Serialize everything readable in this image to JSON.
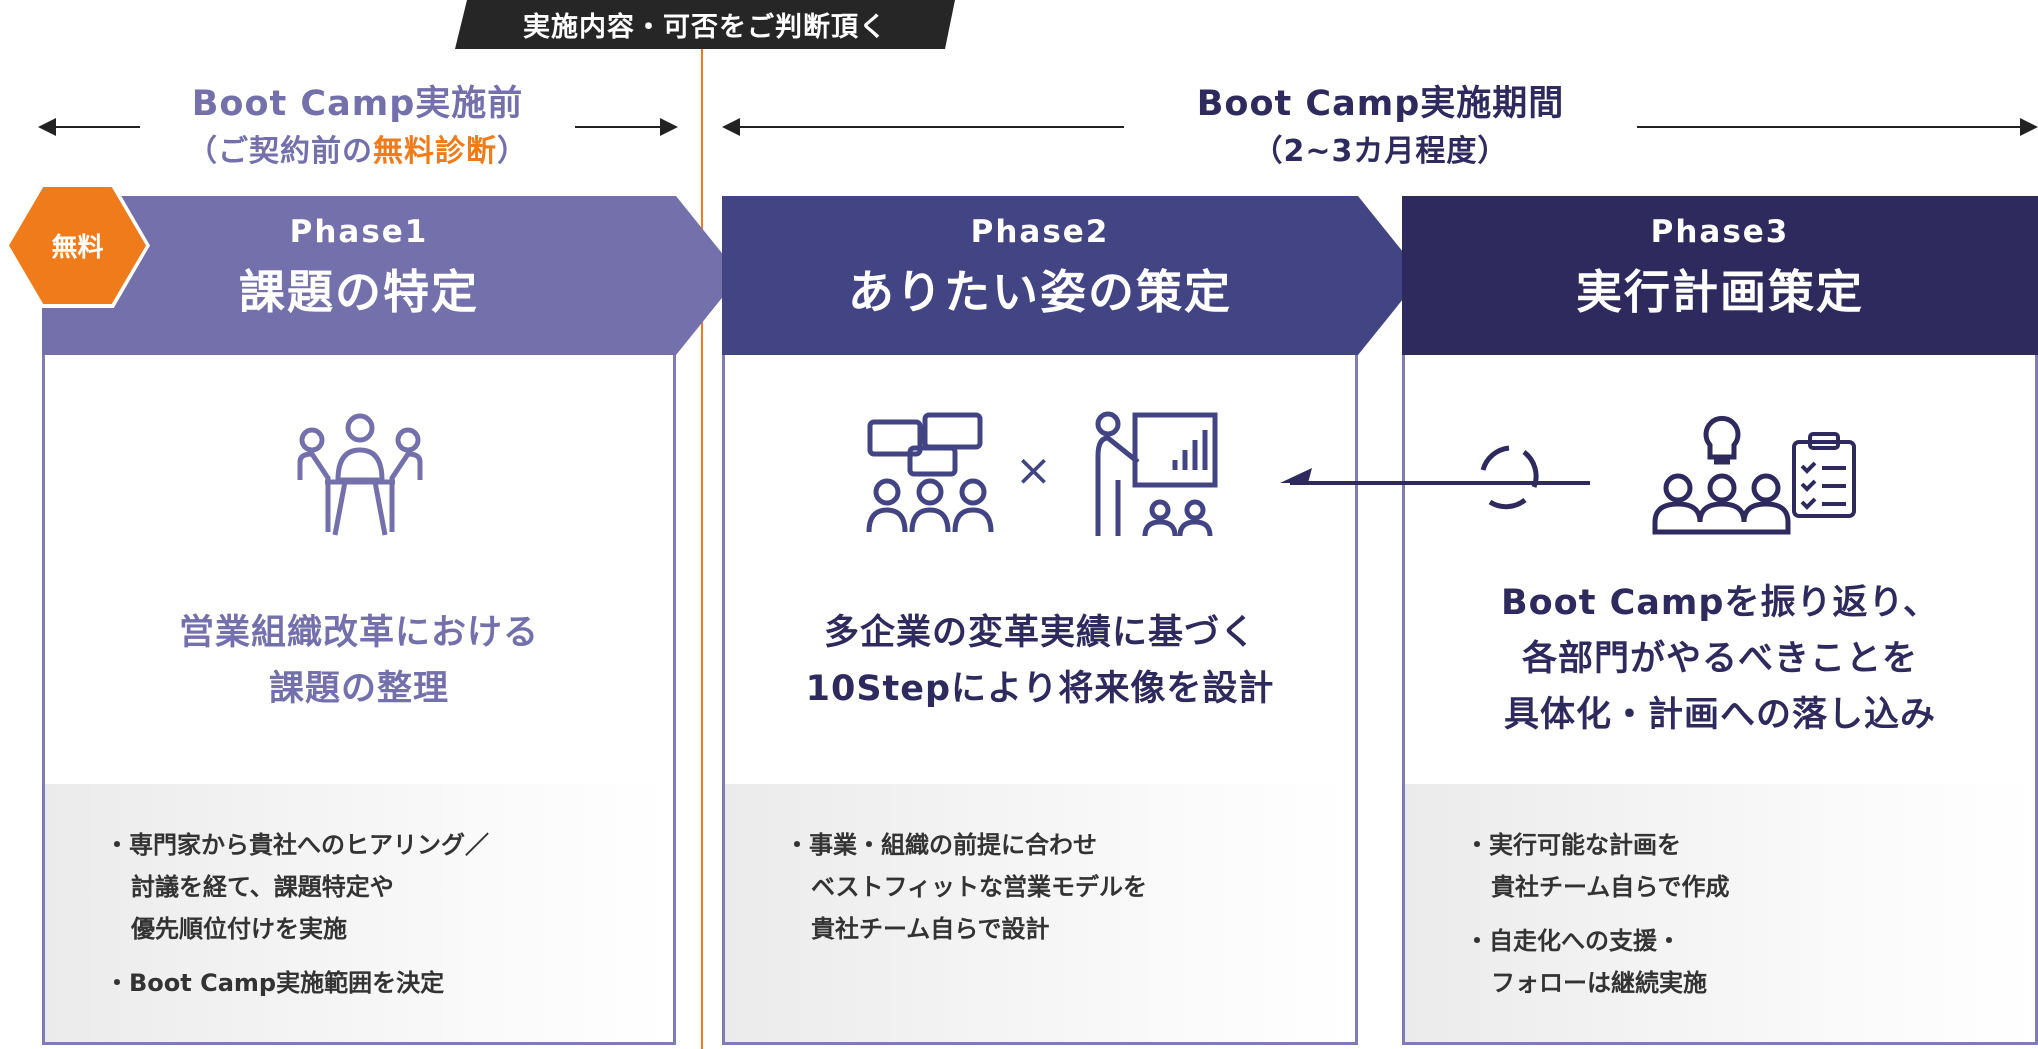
{
  "top_tag": "実施内容・可否をご判断頂く",
  "pre_period": {
    "title": "Boot Camp実施前",
    "sub_prefix": "（ご契約前の",
    "sub_highlight": "無料診断",
    "sub_suffix": "）"
  },
  "main_period": {
    "title": "Boot Camp実施期間",
    "sub": "（2~3カ月程度）"
  },
  "free_badge": "無料",
  "phases": [
    {
      "label": "Phase1",
      "title": "課題の特定",
      "summary": [
        "営業組織改革における",
        "課題の整理"
      ],
      "bullets": [
        [
          "・専門家から貴社へのヒアリング／",
          "討議を経て、課題特定や",
          "優先順位付けを実施"
        ],
        [
          "・Boot Camp実施範囲を決定"
        ]
      ]
    },
    {
      "label": "Phase2",
      "title": "ありたい姿の策定",
      "summary": [
        "多企業の変革実績に基づく",
        "10Stepにより将来像を設計"
      ],
      "times": "×",
      "bullets": [
        [
          "・事業・組織の前提に合わせ",
          "ベストフィットな営業モデルを",
          "貴社チーム自らで設計"
        ]
      ]
    },
    {
      "label": "Phase3",
      "title": "実行計画策定",
      "summary": [
        "Boot Campを振り返り、",
        "各部門がやるべきことを",
        "具体化・計画への落し込み"
      ],
      "bullets": [
        [
          "・実行可能な計画を",
          "貴社チーム自らで作成"
        ],
        [
          "・自走化への支援・",
          "フォローは継続実施"
        ]
      ]
    }
  ],
  "colors": {
    "phase1": "#7370ac",
    "phase2": "#434484",
    "phase3": "#2e2a5e",
    "accent": "#f07b1a",
    "dark": "#262626"
  }
}
